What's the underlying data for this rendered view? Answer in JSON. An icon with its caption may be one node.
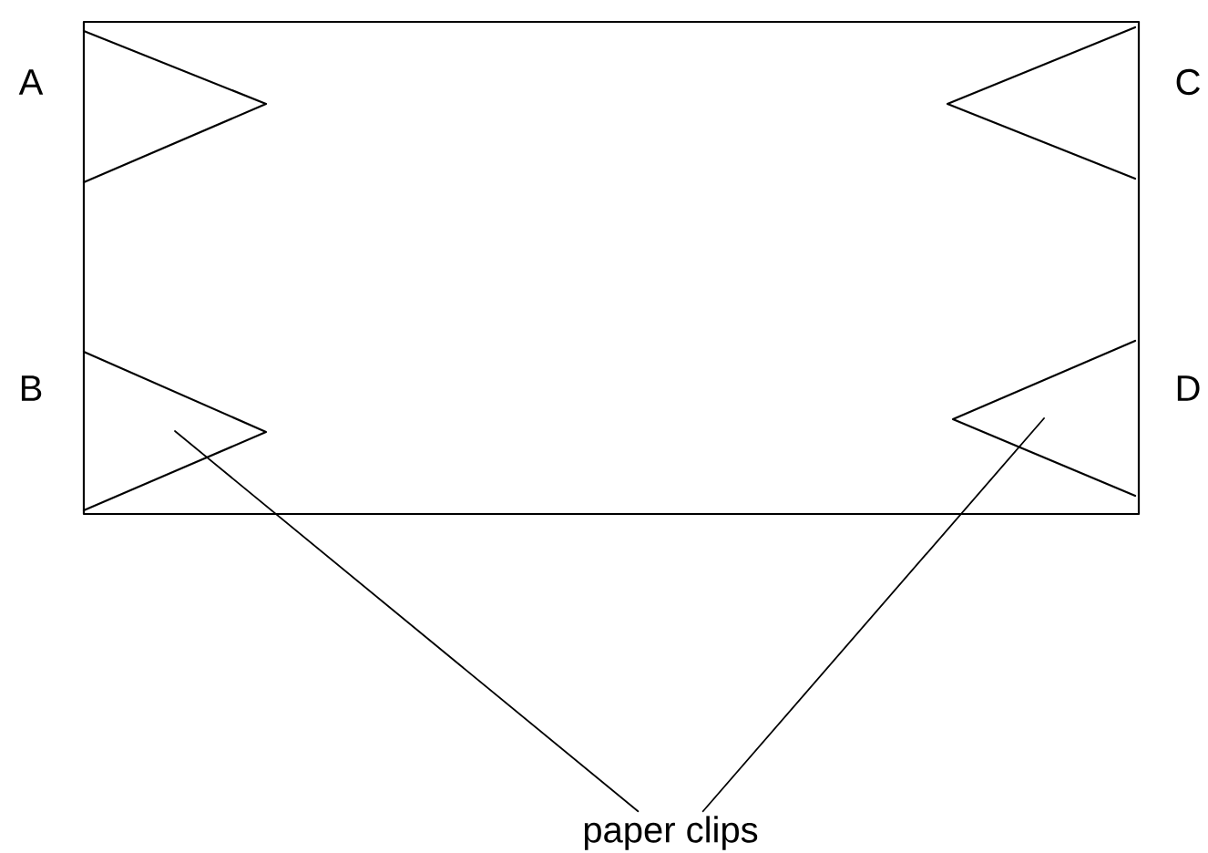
{
  "diagram": {
    "nodes": [
      {
        "text": [],
        "shape": "box"
      },
      {
        "text": [],
        "shape": "triangle",
        "in": 0
      },
      {
        "text": [],
        "shape": "triangle",
        "in": 0
      },
      {
        "text": [],
        "shape": "triangle",
        "in": 0
      },
      {
        "text": [],
        "shape": "triangle",
        "in": 0
      },
      {
        "text": [
          "paper clips"
        ]
      }
    ],
    "edges": [
      {
        "from": 5,
        "to": 3,
        "arrow": "none"
      },
      {
        "from": 5,
        "to": 4,
        "arrow": "none"
      }
    ],
    "labels": [
      "A",
      "C",
      "B",
      "D"
    ]
  }
}
